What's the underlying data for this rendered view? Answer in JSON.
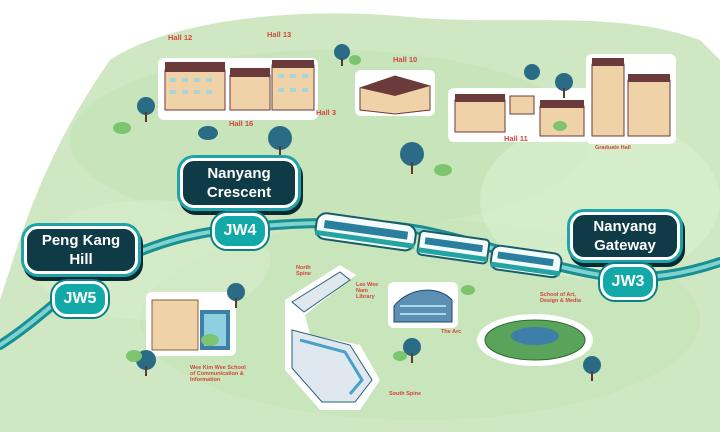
{
  "stations": [
    {
      "id": "nanyang-crescent",
      "line1": "Nanyang",
      "line2": "Crescent",
      "code": "JW4"
    },
    {
      "id": "peng-kang-hill",
      "line1": "Peng Kang",
      "line2": "Hill",
      "code": "JW5"
    },
    {
      "id": "nanyang-gateway",
      "line1": "Nanyang",
      "line2": "Gateway",
      "code": "JW3"
    }
  ],
  "buildings": {
    "hall12": "Hall 12",
    "hall13": "Hall 13",
    "hall16": "Hall 16",
    "hall3": "Hall 3",
    "hall10": "Hall 10",
    "hall11": "Hall 11",
    "graduate_hall": "Graduate Hall",
    "north_spine": [
      "North",
      "Spine"
    ],
    "lee_wee_nam_library": [
      "Lee Wee",
      "Nam",
      "Library"
    ],
    "the_arc": "The Arc",
    "south_spine": "South Spine",
    "school_of_art": [
      "School of Art,",
      "Design & Media"
    ],
    "wee_kim_wee": [
      "Wee Kim Wee School",
      "of Communication &",
      "Information"
    ]
  },
  "colors": {
    "background_green": "#cfe8c3",
    "rail_line": "#2ab3b3",
    "station_box": "#0f3b46",
    "station_code": "#14a9a9",
    "label_red": "#d4463c",
    "building_roof": "#6b3a3a",
    "building_wall": "#f0d2a8"
  }
}
